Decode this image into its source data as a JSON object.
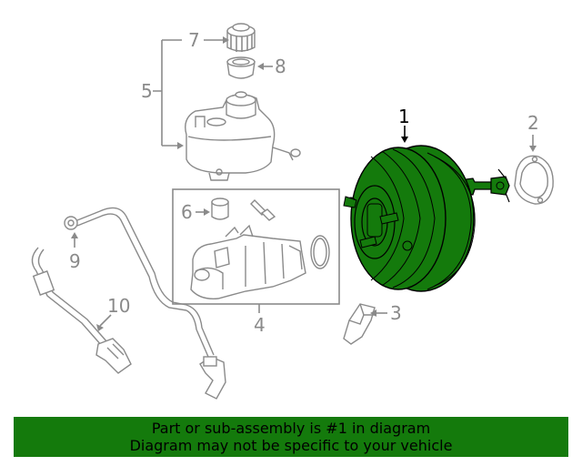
{
  "callouts": {
    "c1": "1",
    "c2": "2",
    "c3": "3",
    "c4": "4",
    "c5": "5",
    "c6": "6",
    "c7": "7",
    "c8": "8",
    "c9": "9",
    "c10": "10"
  },
  "highlight_color": "#147a0c",
  "highlighted_part": "1",
  "banner": {
    "line1": "Part or sub-assembly is #1 in diagram",
    "line2": "Diagram may not be specific to your vehicle"
  }
}
